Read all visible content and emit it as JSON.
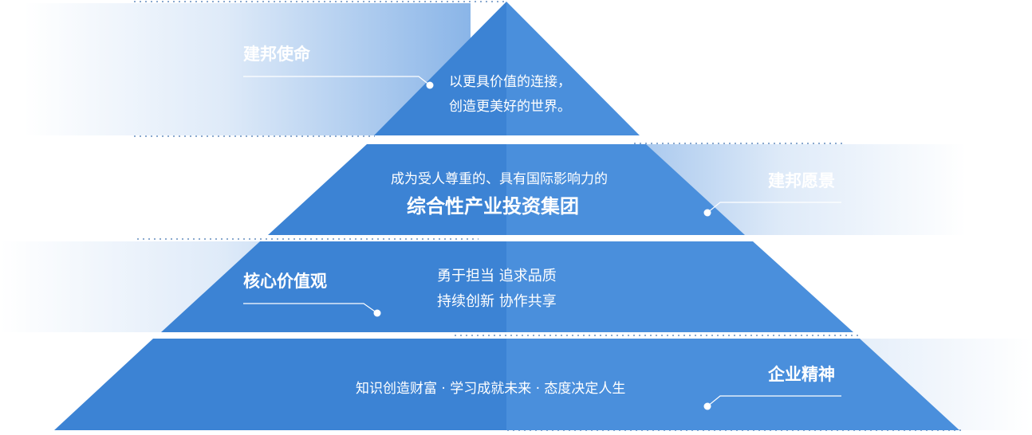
{
  "tiers": [
    {
      "title": "建邦使命",
      "lines": [
        "以更具价值的连接，",
        "创造更美好的世界。"
      ]
    },
    {
      "title": "建邦愿景",
      "subtitle": "成为受人尊重的、具有国际影响力的",
      "headline": "综合性产业投资集团"
    },
    {
      "title": "核心价值观",
      "lines": [
        "勇于担当  追求品质",
        "持续创新  协作共享"
      ]
    },
    {
      "title": "企业精神",
      "lines": [
        "知识创造财富 · 学习成就未来 · 态度决定人生"
      ]
    }
  ],
  "colors": {
    "band_light": "#3a82d4",
    "band_dark": "#2e6fc2",
    "fade_start": "#4b8ddb",
    "label_text": "#ffffff",
    "background": "#ffffff"
  }
}
